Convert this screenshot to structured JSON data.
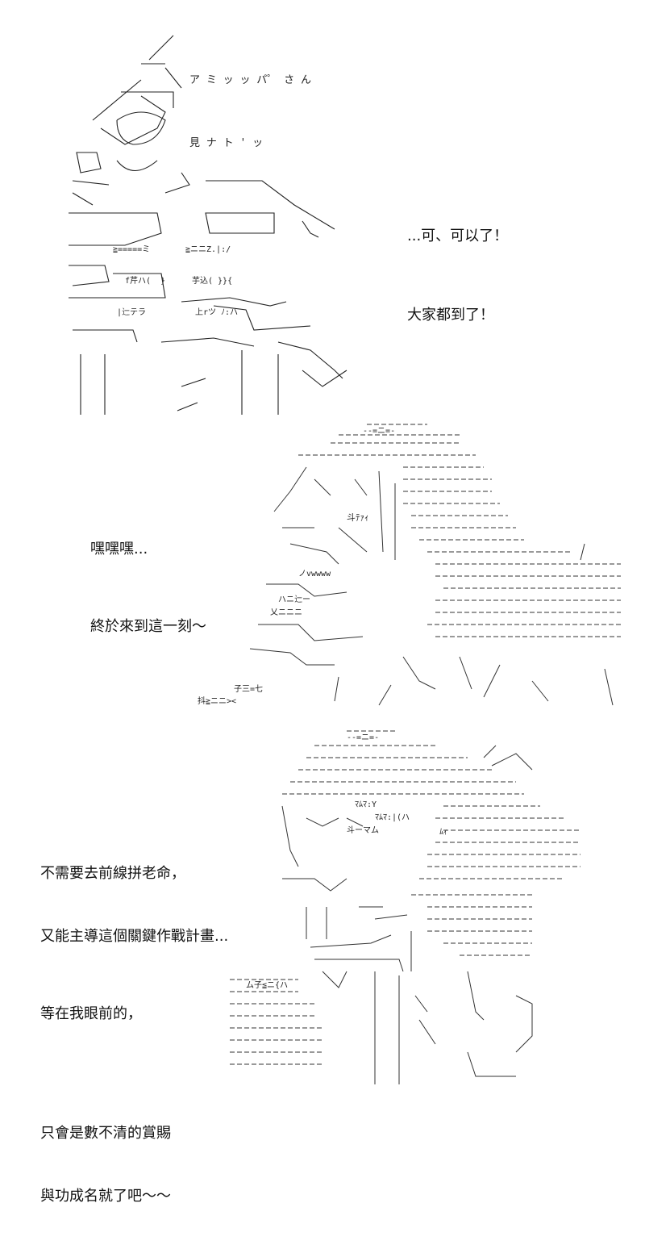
{
  "panels": [
    {
      "dialogue": [
        "...可、可以了！",
        "大家都到了！"
      ],
      "art_text": [
        "ア ミ ッ ッ パ゜ さ ん",
        "見 ナ ト ' ッ",
        "≧=====ミ",
        "≧ニニZ.|:/",
        "f芹ハ(  }",
        "芋込( }}{",
        "|辷テラ",
        "上rツ ﾉ:ハ"
      ]
    },
    {
      "dialogue": [
        "嘿嘿嘿...",
        "終於來到這一刻～"
      ],
      "art_text": [
        "-‐=ニ=-",
        "斗ﾃｧｨ",
        "ノvwwww",
        "ハニ辷ー",
        "乂ニニニ",
        "子三=七",
        "抖≧ニニ><"
      ]
    },
    {
      "dialogue": [
        "不需要去前線拼老命，",
        "又能主導這個關鍵作戰計畫...",
        "等在我眼前的，",
        "只會是數不清的賞賜",
        "與功成名就了吧～～"
      ],
      "art_text": [
        "-‐=ニ=-",
        "ﾏﾑﾏ:Y",
        "ﾏﾑﾏ:|(ハ",
        "斗ーマム",
        "ﾑｨ",
        "ム子≦ニ{ハ"
      ]
    }
  ]
}
